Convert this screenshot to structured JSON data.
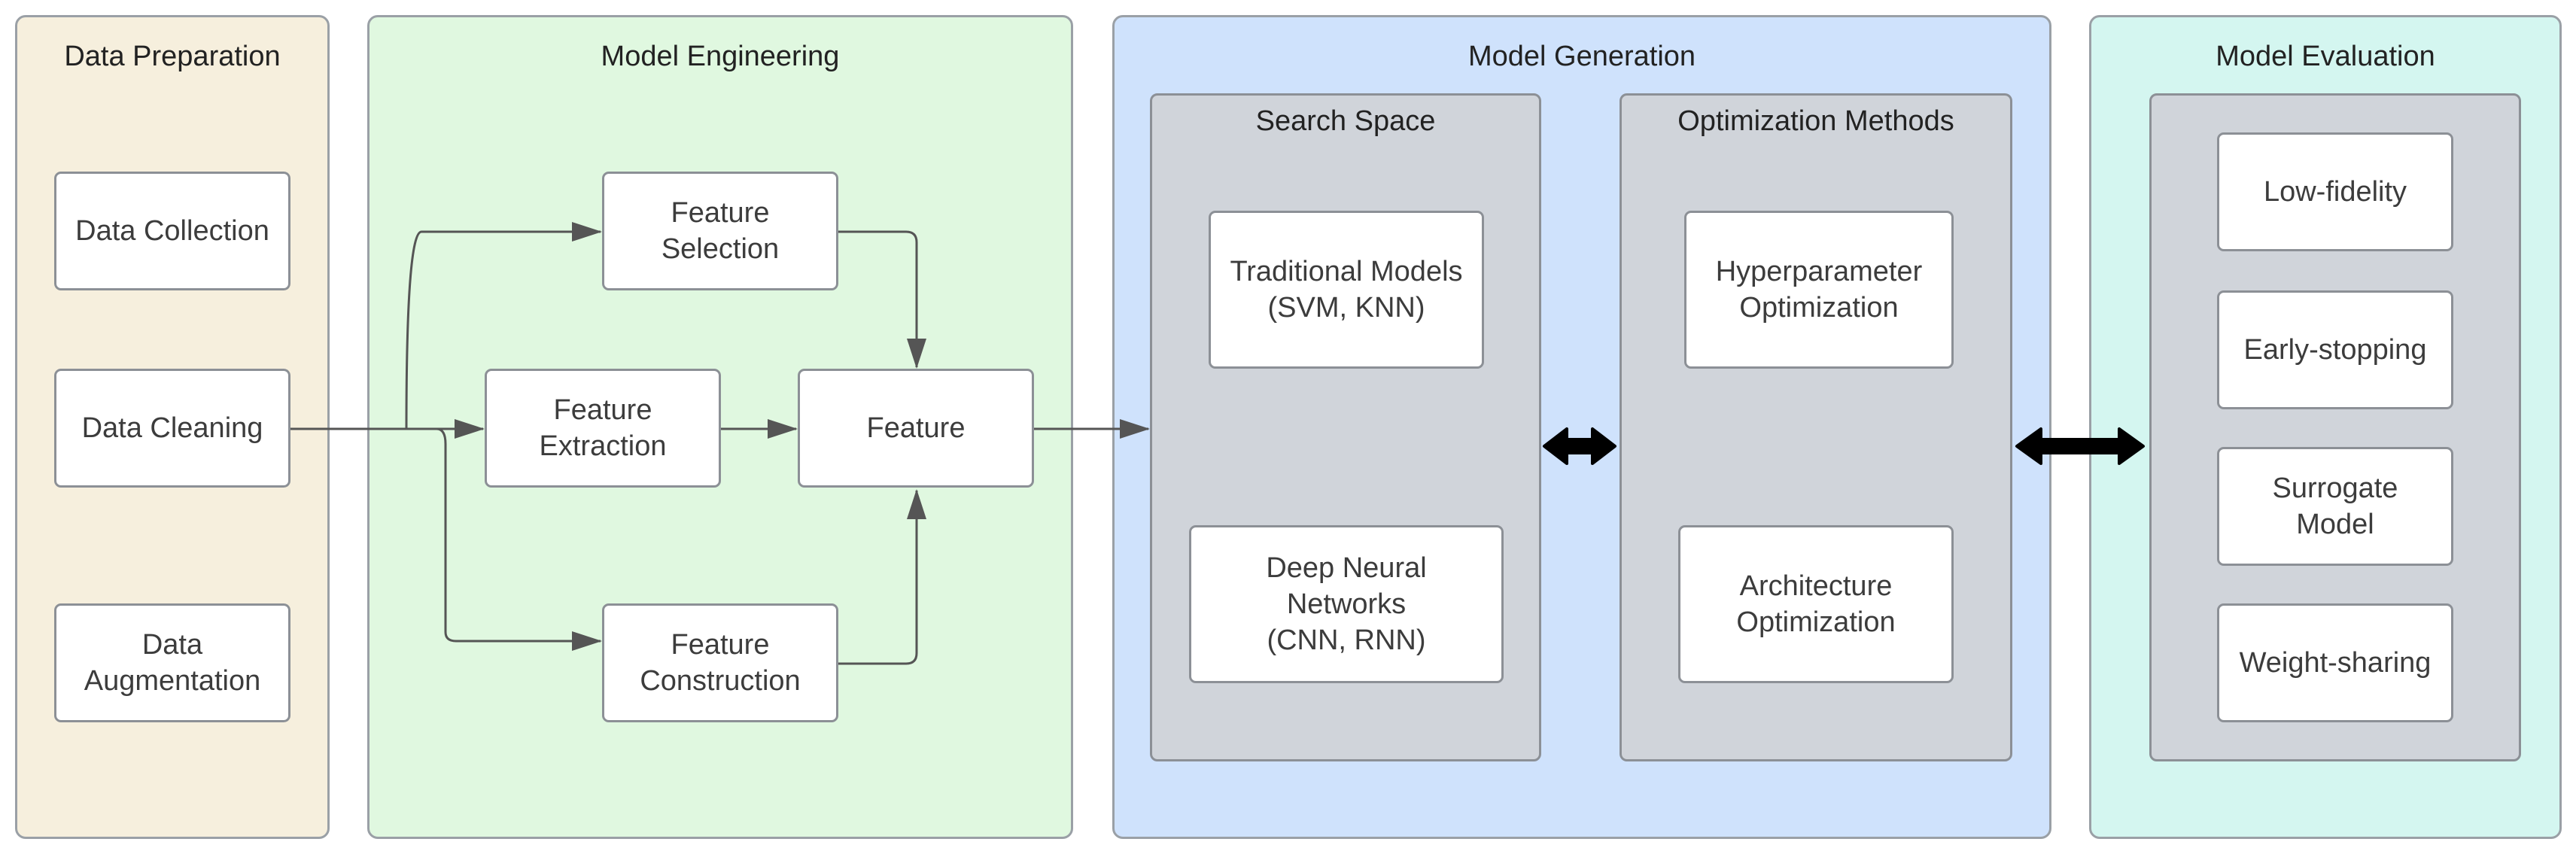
{
  "colors": {
    "data_preparation_bg": "#f6efdd",
    "model_engineering_bg": "#e0f8e0",
    "model_generation_bg": "#cfe2fc",
    "model_evaluation_bg": "#d4f6f0",
    "inner_panel_bg": "#d0d4da",
    "connector": "#555555",
    "double_arrow": "#000000"
  },
  "stages": {
    "data_preparation": {
      "title": "Data Preparation",
      "items": [
        "Data Collection",
        "Data Cleaning",
        "Data\nAugmentation"
      ]
    },
    "model_engineering": {
      "title": "Model Engineering",
      "feature_selection": "Feature\nSelection",
      "feature_extraction": "Feature\nExtraction",
      "feature_construction": "Feature\nConstruction",
      "feature": "Feature"
    },
    "model_generation": {
      "title": "Model Generation",
      "search_space": {
        "title": "Search Space",
        "items": [
          "Traditional Models\n(SVM, KNN)",
          "Deep Neural\nNetworks\n(CNN, RNN)"
        ]
      },
      "optimization_methods": {
        "title": "Optimization Methods",
        "items": [
          "Hyperparameter\nOptimization",
          "Architecture\nOptimization"
        ]
      }
    },
    "model_evaluation": {
      "title": "Model Evaluation",
      "items": [
        "Low-fidelity",
        "Early-stopping",
        "Surrogate\nModel",
        "Weight-sharing"
      ]
    }
  }
}
